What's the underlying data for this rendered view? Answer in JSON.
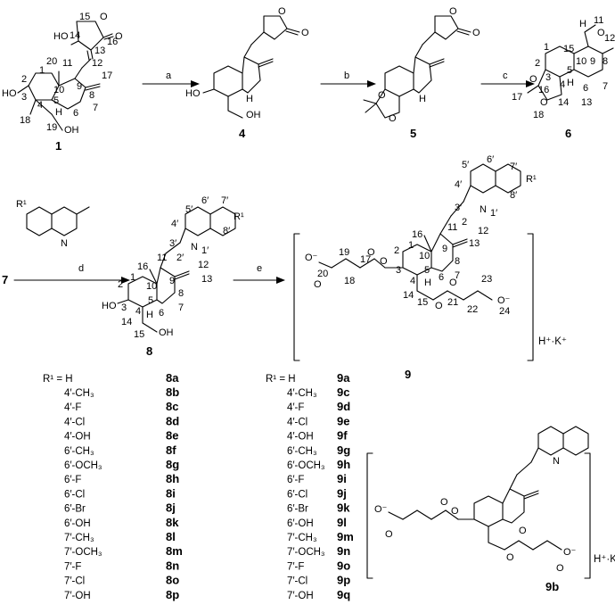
{
  "compounds": {
    "c1": "1",
    "c4": "4",
    "c5": "5",
    "c6": "6",
    "c7": "7",
    "c8": "8",
    "c9": "9",
    "c9b": "9b"
  },
  "steps": {
    "a": "a",
    "b": "b",
    "c": "c",
    "d": "d",
    "e": "e"
  },
  "counterion": "H⁺·K⁺",
  "series8": {
    "header": "R¹ = H",
    "header_code": "8a",
    "rows": [
      {
        "r": "4′-CH₃",
        "code": "8b"
      },
      {
        "r": "4′-F",
        "code": "8c"
      },
      {
        "r": "4′-Cl",
        "code": "8d"
      },
      {
        "r": "4′-OH",
        "code": "8e"
      },
      {
        "r": "6′-CH₃",
        "code": "8f"
      },
      {
        "r": "6′-OCH₃",
        "code": "8g"
      },
      {
        "r": "6′-F",
        "code": "8h"
      },
      {
        "r": "6′-Cl",
        "code": "8i"
      },
      {
        "r": "6′-Br",
        "code": "8j"
      },
      {
        "r": "6′-OH",
        "code": "8k"
      },
      {
        "r": "7′-CH₃",
        "code": "8l"
      },
      {
        "r": "7′-OCH₃",
        "code": "8m"
      },
      {
        "r": "7′-F",
        "code": "8n"
      },
      {
        "r": "7′-Cl",
        "code": "8o"
      },
      {
        "r": "7′-OH",
        "code": "8p"
      }
    ]
  },
  "series9": {
    "header": "R¹ = H",
    "header_code": "9a",
    "rows": [
      {
        "r": "4′-CH₃",
        "code": "9c"
      },
      {
        "r": "4′-F",
        "code": "9d"
      },
      {
        "r": "4′-Cl",
        "code": "9e"
      },
      {
        "r": "4′-OH",
        "code": "9f"
      },
      {
        "r": "6′-CH₃",
        "code": "9g"
      },
      {
        "r": "6′-OCH₃",
        "code": "9h"
      },
      {
        "r": "6′-F",
        "code": "9i"
      },
      {
        "r": "6′-Cl",
        "code": "9j"
      },
      {
        "r": "6′-Br",
        "code": "9k"
      },
      {
        "r": "6′-OH",
        "code": "9l"
      },
      {
        "r": "7′-CH₃",
        "code": "9m"
      },
      {
        "r": "7′-OCH₃",
        "code": "9n"
      },
      {
        "r": "7′-F",
        "code": "9o"
      },
      {
        "r": "7′-Cl",
        "code": "9p"
      },
      {
        "r": "7′-OH",
        "code": "9q"
      }
    ]
  },
  "atoms": {
    "HO": "HO",
    "OH": "OH",
    "O": "O",
    "N": "N",
    "H": "H",
    "R1": "R¹",
    "N1p": "N",
    "O_minus": "O⁻"
  }
}
